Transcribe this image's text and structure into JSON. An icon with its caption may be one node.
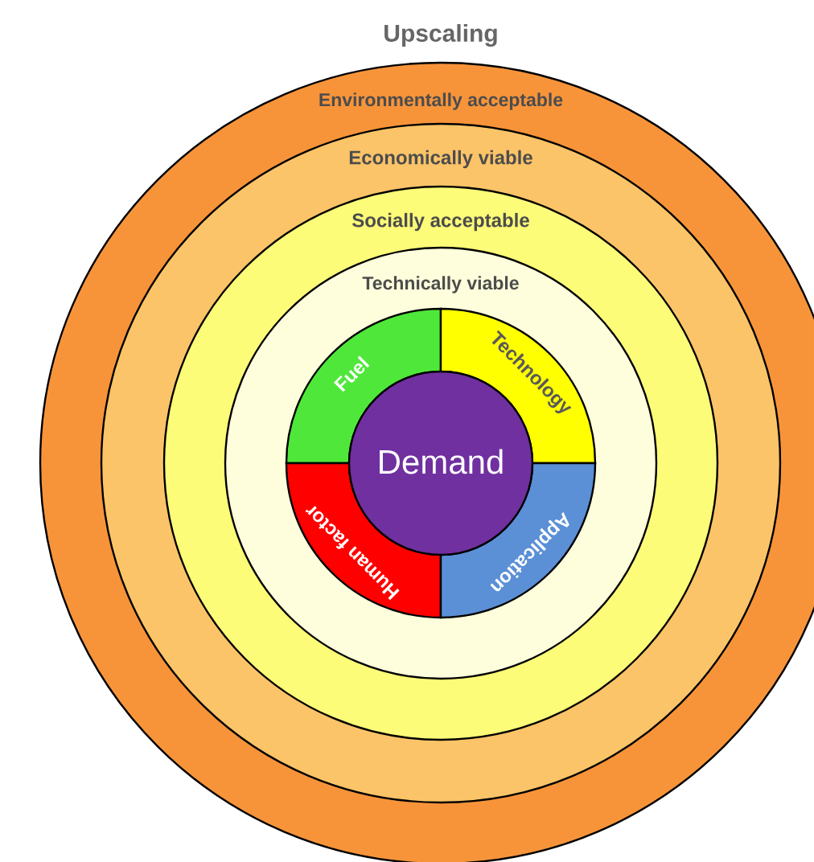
{
  "diagram": {
    "nodes": [
      {
        "text": [
          "Environmentally acceptable"
        ]
      },
      {
        "text": [
          "Economically viable"
        ],
        "in": 0
      },
      {
        "text": [
          "Socially acceptable"
        ],
        "in": 1
      },
      {
        "text": [
          "Technically viable"
        ],
        "in": 2
      },
      {
        "text": [
          "Fuel"
        ],
        "in": 3
      },
      {
        "text": [
          "Technology"
        ],
        "in": 3
      },
      {
        "text": [
          "Demand"
        ],
        "in": 3
      },
      {
        "text": [
          "Human factor"
        ],
        "in": 3
      },
      {
        "text": [
          "Application"
        ],
        "in": 3
      }
    ],
    "labels": [
      "Upscaling"
    ]
  }
}
